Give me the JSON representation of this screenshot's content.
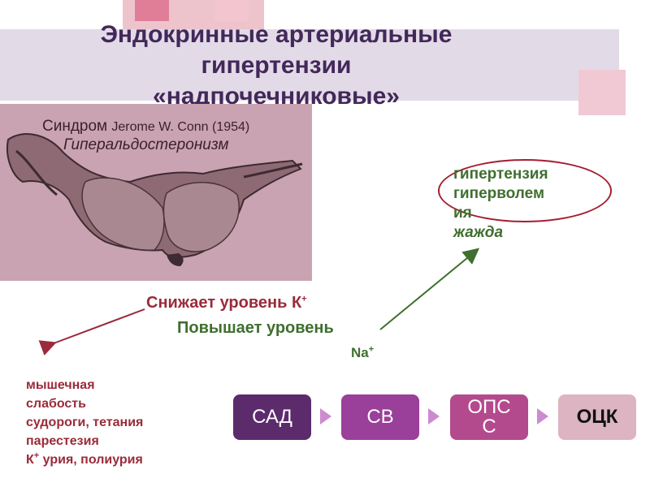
{
  "title": {
    "line1": "Эндокринные артериальные",
    "line2": "гипертензии",
    "line3": "«надпочечниковые»"
  },
  "syndrome": {
    "prefix": "Синдром",
    "author": "Jerome W. Conn (1954)",
    "name": "Гиперальдостеронизм"
  },
  "effects": [
    "гипертензия",
    "гиперволем",
    "ия",
    "жажда"
  ],
  "lowers_text": "Снижает уровень К",
  "lowers_sup": "+",
  "raises_text": "Повышает уровень",
  "na_text": "Na",
  "na_sup": "+",
  "symptoms": {
    "s1": "мышечная",
    "s2": "слабость",
    "s3": "судороги, тетания",
    "s4": "парестезия",
    "s5_pre": "К",
    "s5_sup": "+",
    "s5_post": " урия, полиурия"
  },
  "flow": {
    "box1": "САД",
    "box2": "СВ",
    "box3_line1": "ОПС",
    "box3_line2": "С",
    "box4": "ОЦК"
  },
  "colors": {
    "title": "#43285a",
    "band": "#e2dbe7",
    "photo_bg": "#c9a3b1",
    "red_text": "#9a2b3a",
    "green_text": "#3f6f2f",
    "oval": "#a51e33",
    "box1": "#5c2b6c",
    "box2": "#9a3f9a",
    "box3": "#b44a8e",
    "box4": "#dcb4c2"
  }
}
